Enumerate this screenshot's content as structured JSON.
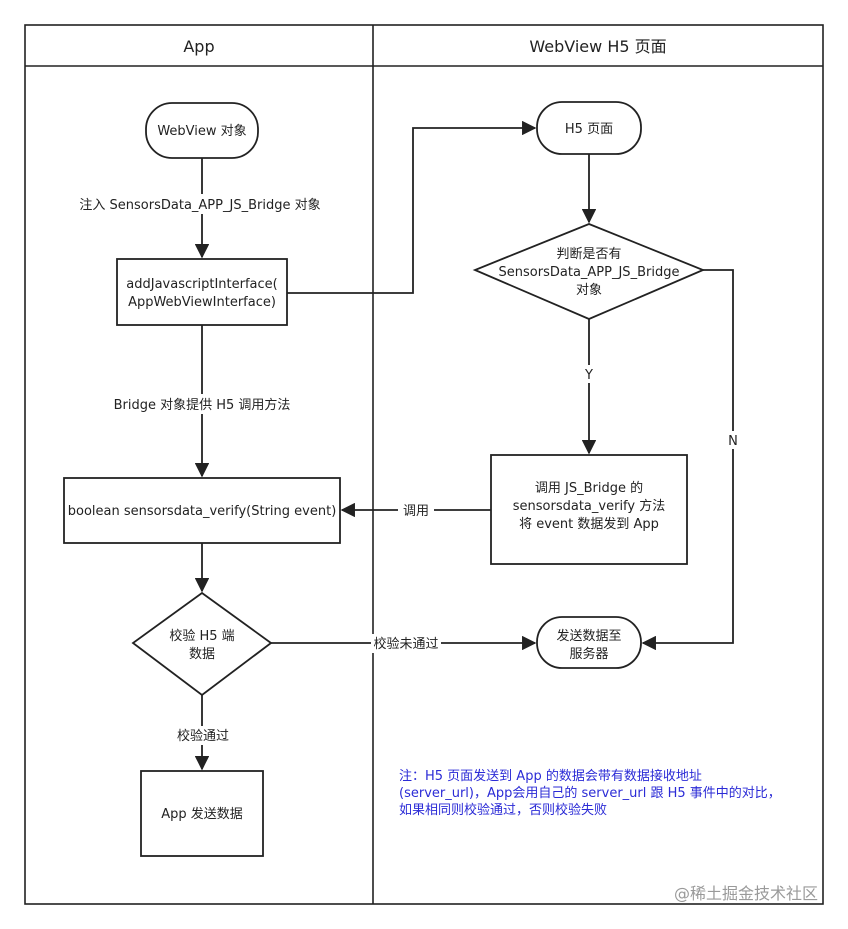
{
  "lanes": {
    "app": "App",
    "webview": "WebView H5 页面"
  },
  "nodes": {
    "webview_object": "WebView 对象",
    "add_js_interface_line1": "addJavascriptInterface(",
    "add_js_interface_line2": "AppWebViewInterface)",
    "verify_method": "boolean sensorsdata_verify(String event)",
    "check_h5_line1": "校验 H5 端",
    "check_h5_line2": "数据",
    "app_send": "App 发送数据",
    "h5_page": "H5 页面",
    "has_bridge_line1": "判断是否有",
    "has_bridge_line2": "SensorsData_APP_JS_Bridge",
    "has_bridge_line3": "对象",
    "call_bridge_line1": "调用 JS_Bridge 的",
    "call_bridge_line2": "sensorsdata_verify 方法",
    "call_bridge_line3": "将 event 数据发到 App",
    "send_server_line1": "发送数据至",
    "send_server_line2": "服务器"
  },
  "edges": {
    "inject": "注入 SensorsData_APP_JS_Bridge 对象",
    "bridge_provides": "Bridge 对象提供 H5 调用方法",
    "invoke": "调用",
    "verify_failed": "校验未通过",
    "verify_passed": "校验通过",
    "yes": "Y",
    "no": "N"
  },
  "note": {
    "line1": "注：H5 页面发送到 App 的数据会带有数据接收地址",
    "line2": "(server_url)，App会用自己的 server_url 跟 H5 事件中的对比，",
    "line3": "如果相同则校验通过，否则校验失败"
  },
  "watermark": "@稀土掘金技术社区"
}
